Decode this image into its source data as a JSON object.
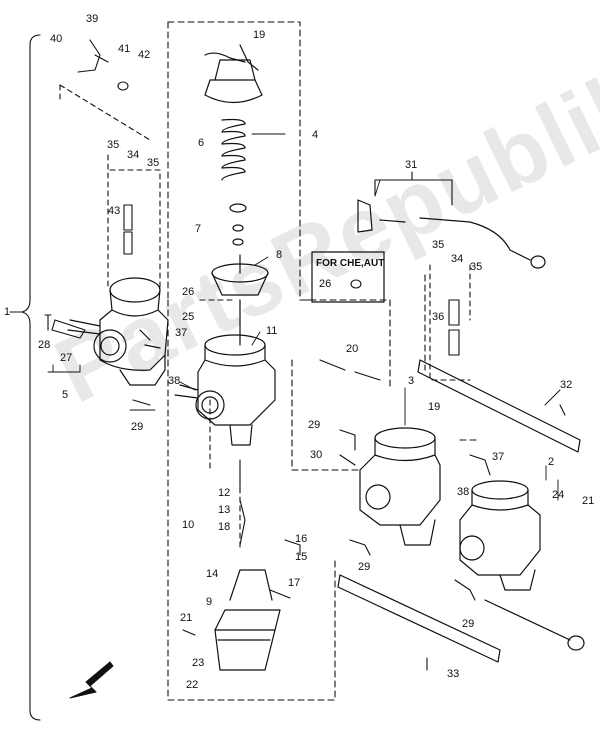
{
  "diagram": {
    "title": "",
    "callout_text": "FOR CHE,AUT",
    "watermark_text": "PartsRepublik",
    "line_color": "#111111",
    "part_numbers": {
      "n1": "1",
      "n2": "2",
      "n3": "3",
      "n4": "4",
      "n5": "5",
      "n6": "6",
      "n7": "7",
      "n8": "8",
      "n9": "9",
      "n10": "10",
      "n11": "11",
      "n12": "12",
      "n13": "13",
      "n14": "14",
      "n15": "15",
      "n16": "16",
      "n17": "17",
      "n18": "18",
      "n19a": "19",
      "n19b": "19",
      "n20": "20",
      "n21a": "21",
      "n21b": "21",
      "n22": "22",
      "n23": "23",
      "n24": "24",
      "n25": "25",
      "n26a": "26",
      "n26b": "26",
      "n27": "27",
      "n28": "28",
      "n29a": "29",
      "n29b": "29",
      "n29c": "29",
      "n29d": "29",
      "n30": "30",
      "n31": "31",
      "n32": "32",
      "n33": "33",
      "n34a": "34",
      "n34b": "34",
      "n35a": "35",
      "n35b": "35",
      "n35c": "35",
      "n35d": "35",
      "n36": "36",
      "n37a": "37",
      "n37b": "37",
      "n38a": "38",
      "n38b": "38",
      "n39": "39",
      "n40": "40",
      "n41": "41",
      "n42": "42",
      "n43": "43"
    }
  }
}
